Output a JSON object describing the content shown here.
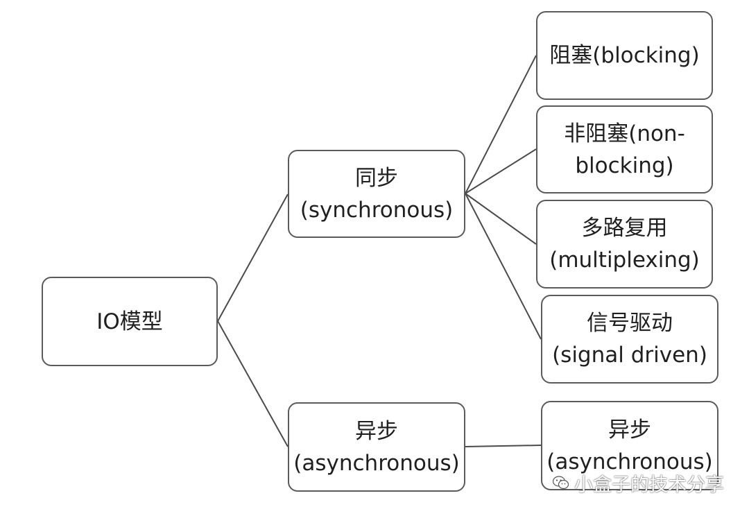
{
  "nodes": {
    "root": {
      "line1": "IO模型"
    },
    "sync": {
      "line1": "同步",
      "line2": "(synchronous)"
    },
    "async": {
      "line1": "异步",
      "line2": "(asynchronous)"
    },
    "blocking": {
      "line1": "阻塞(blocking)"
    },
    "non_blocking": {
      "line1": "非阻塞(non-",
      "line2": "blocking)"
    },
    "multiplexing": {
      "line1": "多路复用",
      "line2": "(multiplexing)"
    },
    "signal_driven": {
      "line1": "信号驱动",
      "line2": "(signal driven)"
    },
    "async_io": {
      "line1": "异步",
      "line2": "(asynchronous)"
    }
  },
  "edges": [
    {
      "from": "root",
      "to": "sync"
    },
    {
      "from": "root",
      "to": "async"
    },
    {
      "from": "sync",
      "to": "blocking"
    },
    {
      "from": "sync",
      "to": "non_blocking"
    },
    {
      "from": "sync",
      "to": "multiplexing"
    },
    {
      "from": "sync",
      "to": "signal_driven"
    },
    {
      "from": "async",
      "to": "async_io"
    }
  ],
  "watermark": {
    "icon": "wechat-icon",
    "text": "小盒子的技术分享"
  },
  "colors": {
    "border": "#5a5a5a",
    "connector": "#4a4a4a",
    "text": "#1f1f1f",
    "background": "#ffffff"
  }
}
